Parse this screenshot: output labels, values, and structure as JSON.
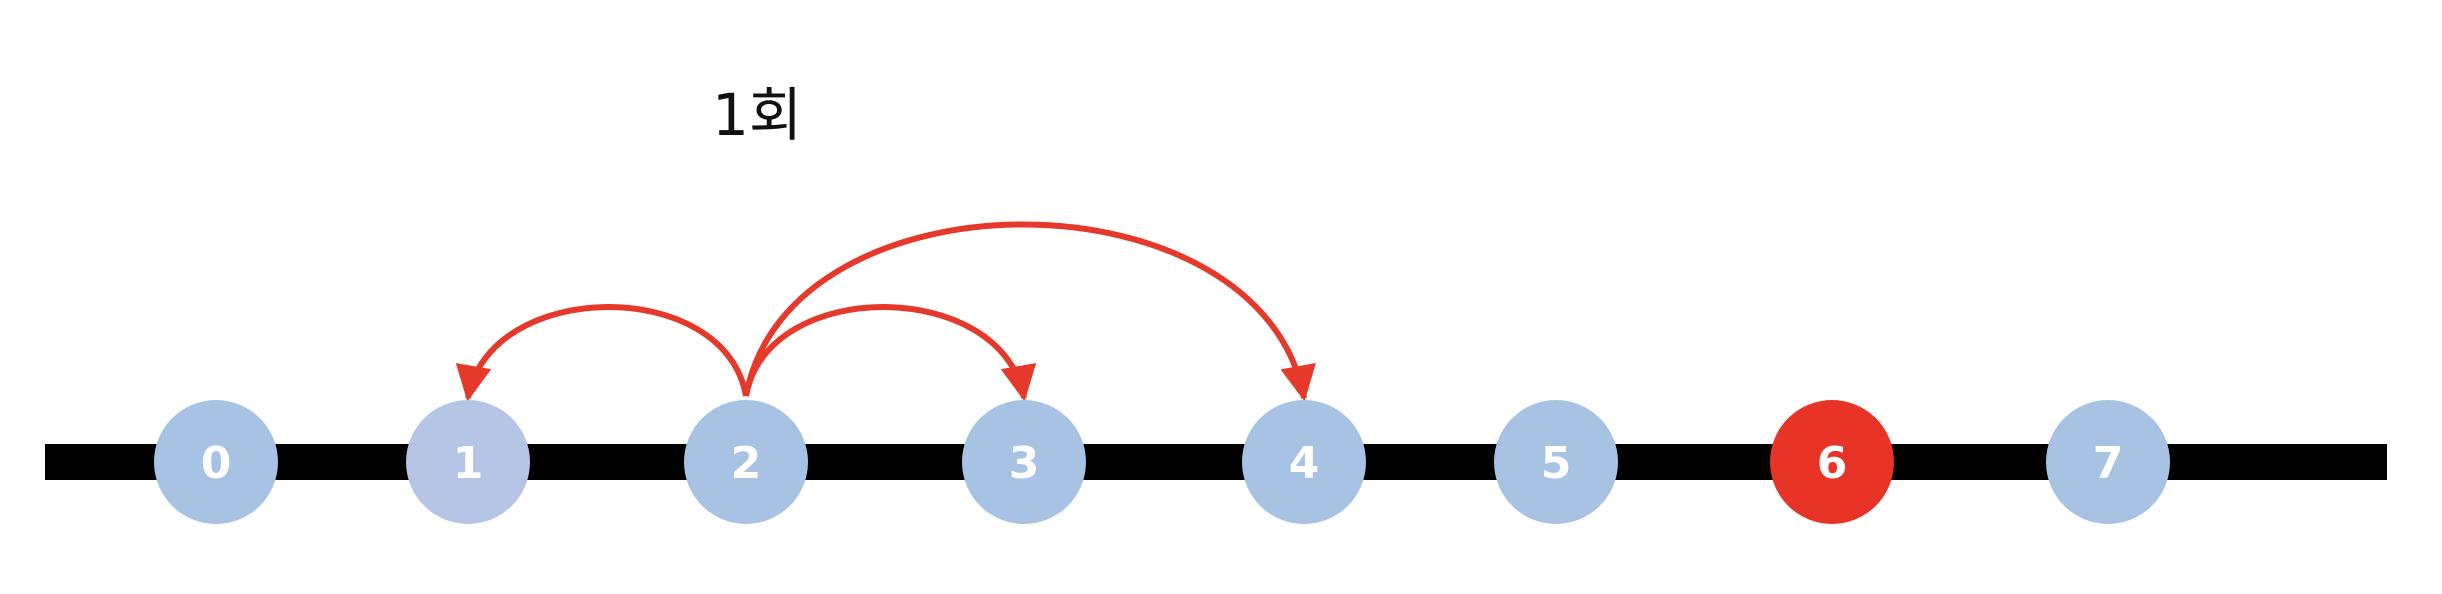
{
  "caption": "1회",
  "number_line": {
    "nodes": [
      {
        "label": "0",
        "state": "default"
      },
      {
        "label": "1",
        "state": "visited"
      },
      {
        "label": "2",
        "state": "current"
      },
      {
        "label": "3",
        "state": "default"
      },
      {
        "label": "4",
        "state": "default"
      },
      {
        "label": "5",
        "state": "default"
      },
      {
        "label": "6",
        "state": "target"
      },
      {
        "label": "7",
        "state": "default"
      }
    ],
    "moves": [
      {
        "from": 2,
        "to": 1
      },
      {
        "from": 2,
        "to": 3
      },
      {
        "from": 2,
        "to": 4
      }
    ]
  },
  "colors": {
    "line": "#000000",
    "node_default": "#a7c2e3",
    "node_visited": "#b6c5e6",
    "node_target": "#e83427",
    "node_text": "#ffffff",
    "arrow": "#e53a2b"
  }
}
